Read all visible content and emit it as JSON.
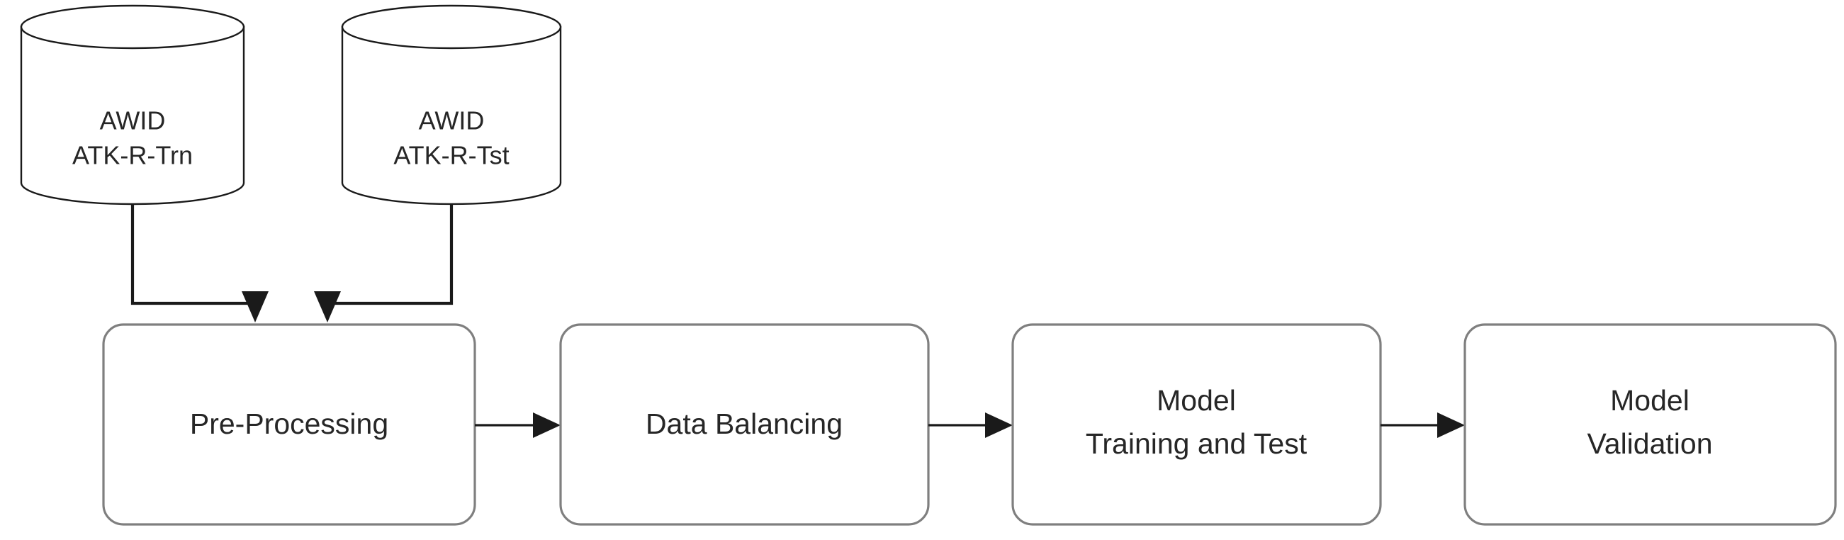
{
  "diagram": {
    "title": "AWID machine-learning pipeline flowchart",
    "colors": {
      "background": "#ffffff",
      "cylinder_stroke": "#1a1a1a",
      "box_stroke": "#7f7f7f",
      "arrow": "#1a1a1a",
      "text": "#262626"
    },
    "datastores": [
      {
        "id": "awid-atk-r-trn",
        "line1": "AWID",
        "line2": "ATK-R-Trn"
      },
      {
        "id": "awid-atk-r-tst",
        "line1": "AWID",
        "line2": "ATK-R-Tst"
      }
    ],
    "steps": [
      {
        "id": "pre-processing",
        "line1": "Pre-Processing",
        "line2": ""
      },
      {
        "id": "data-balancing",
        "line1": "Data Balancing",
        "line2": ""
      },
      {
        "id": "model-training-and-test",
        "line1": "Model",
        "line2": "Training and Test"
      },
      {
        "id": "model-validation",
        "line1": "Model",
        "line2": "Validation"
      }
    ],
    "connections": [
      {
        "id": "trn-to-preprocessing",
        "from": "awid-atk-r-trn",
        "to": "pre-processing"
      },
      {
        "id": "tst-to-preprocessing",
        "from": "awid-atk-r-tst",
        "to": "pre-processing"
      },
      {
        "id": "preprocessing-to-balancing",
        "from": "pre-processing",
        "to": "data-balancing"
      },
      {
        "id": "balancing-to-training",
        "from": "data-balancing",
        "to": "model-training-and-test"
      },
      {
        "id": "training-to-validation",
        "from": "model-training-and-test",
        "to": "model-validation"
      }
    ]
  }
}
